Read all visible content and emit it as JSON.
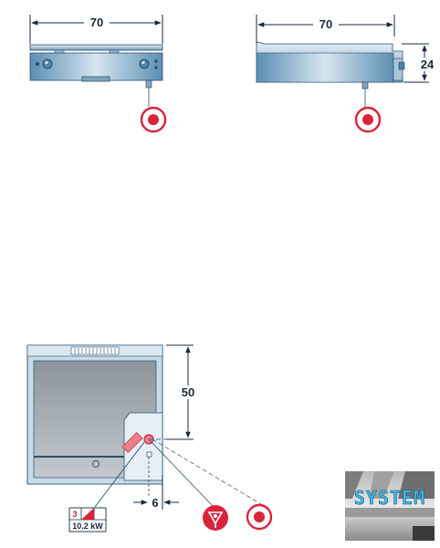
{
  "front_view": {
    "width_label": "70"
  },
  "side_view": {
    "width_label": "70",
    "height_label": "24"
  },
  "top_view": {
    "depth_label": "50",
    "offset_label": "6"
  },
  "power_badge": {
    "phase": "3",
    "power": "10.2 kW"
  },
  "logo": {
    "text": "SYSTEM"
  },
  "colors": {
    "steel_dark": "#4f84a8",
    "steel_light": "#c9dbe8",
    "connection_red": "#d9233a",
    "dimension_line": "#1a2a3a",
    "leader": "#2b4f6e"
  }
}
